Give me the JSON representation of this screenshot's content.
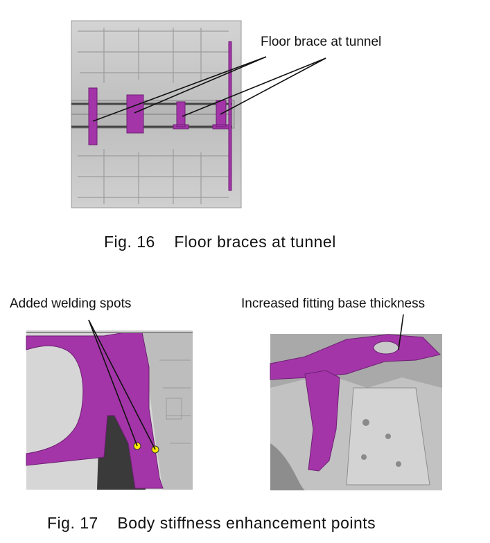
{
  "fig16": {
    "caption": "Fig. 16    Floor braces at tunnel",
    "callout": "Floor brace at tunnel"
  },
  "fig17": {
    "caption": "Fig. 17    Body stiffness enhancement points",
    "left_callout": "Added welding spots",
    "right_callout": "Increased fitting base thickness"
  },
  "colors": {
    "highlight": "#a335a8",
    "body_gray": "#c9c9c9",
    "weld_spot": "#ffe800"
  }
}
